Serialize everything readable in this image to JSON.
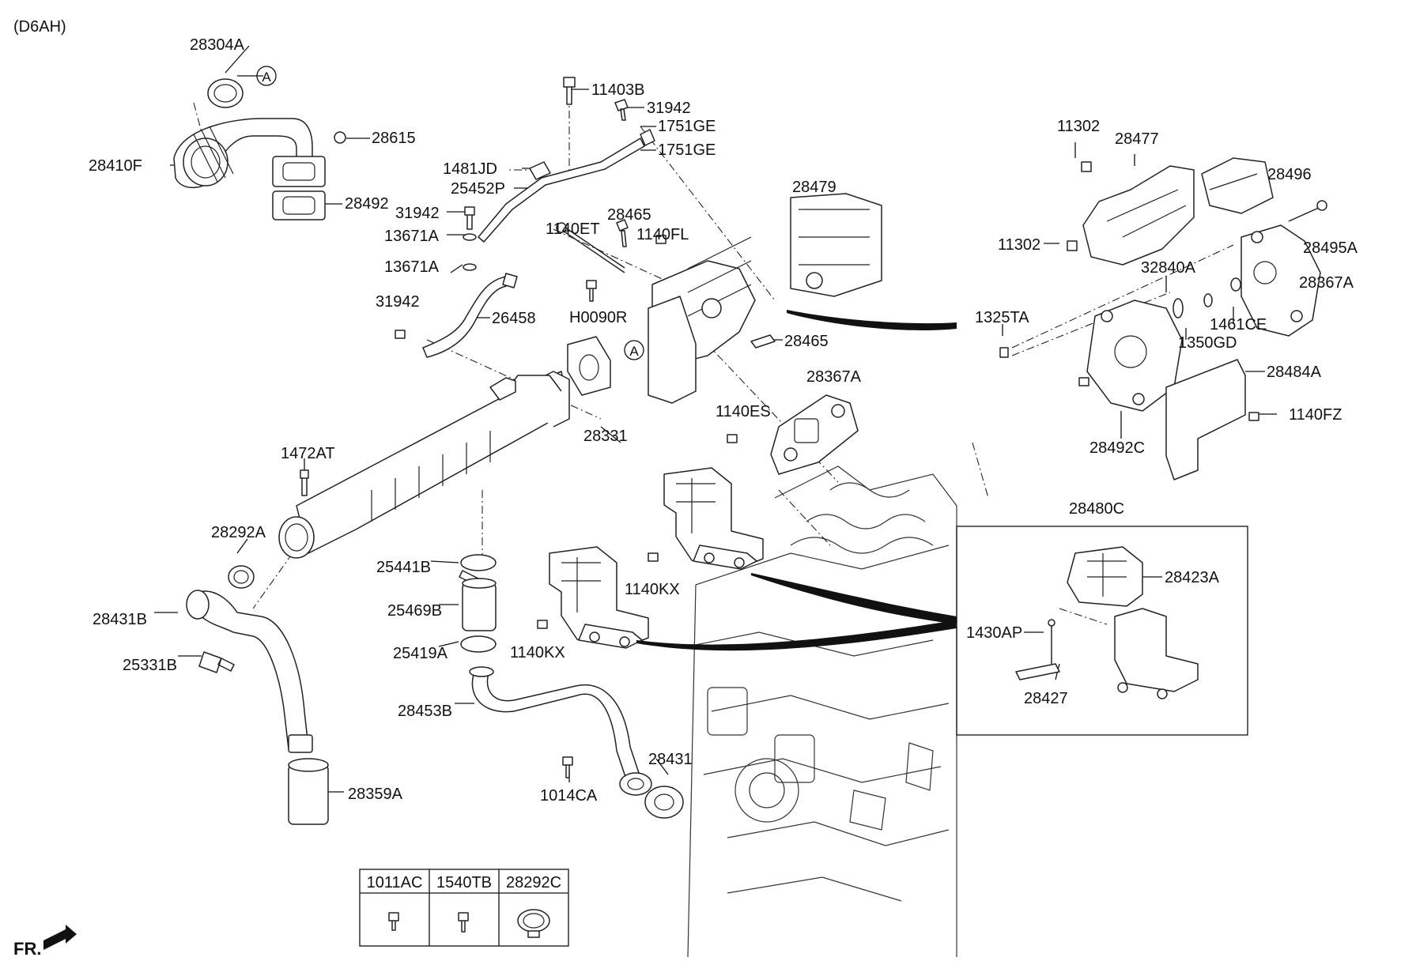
{
  "header": {
    "variant": "(D6AH)"
  },
  "footer": {
    "direction": "FR."
  },
  "callout": {
    "ref": "A"
  },
  "labels": {
    "l28304A": "28304A",
    "l28410F": "28410F",
    "l28615": "28615",
    "l28492": "28492",
    "l11403B": "11403B",
    "l31942a": "31942",
    "l1751GEa": "1751GE",
    "l1751GEb": "1751GE",
    "l1481JD": "1481JD",
    "l25452P": "25452P",
    "l31942b": "31942",
    "l13671Aa": "13671A",
    "l13671Ab": "13671A",
    "l31942c": "31942",
    "l26458": "26458",
    "l1140ET": "1140ET",
    "l28465a": "28465",
    "l1140FL": "1140FL",
    "lH0090R": "H0090R",
    "l28479": "28479",
    "l28465b": "28465",
    "l28367Aa": "28367A",
    "l1140ES": "1140ES",
    "l28331": "28331",
    "l1472AT": "1472AT",
    "l28292A": "28292A",
    "l25441B": "25441B",
    "l25469B": "25469B",
    "l1140KXa": "1140KX",
    "l1140KXb": "1140KX",
    "l25419A": "25419A",
    "l28431B": "28431B",
    "l25331B": "25331B",
    "l28453B": "28453B",
    "l28431": "28431",
    "l1014CA": "1014CA",
    "l28359A": "28359A",
    "l11302a": "11302",
    "l28477": "28477",
    "l28496": "28496",
    "l11302b": "11302",
    "l28495A": "28495A",
    "l32840A": "32840A",
    "l28367Ab": "28367A",
    "l1325TA": "1325TA",
    "l1461CE": "1461CE",
    "l1350GD": "1350GD",
    "l28484A": "28484A",
    "l1140FZ": "1140FZ",
    "l28492C": "28492C",
    "l28480C": "28480C",
    "l28423A": "28423A",
    "l1430AP": "1430AP",
    "l28427": "28427"
  },
  "legend_table": {
    "columns": [
      "1011AC",
      "1540TB",
      "28292C"
    ]
  }
}
